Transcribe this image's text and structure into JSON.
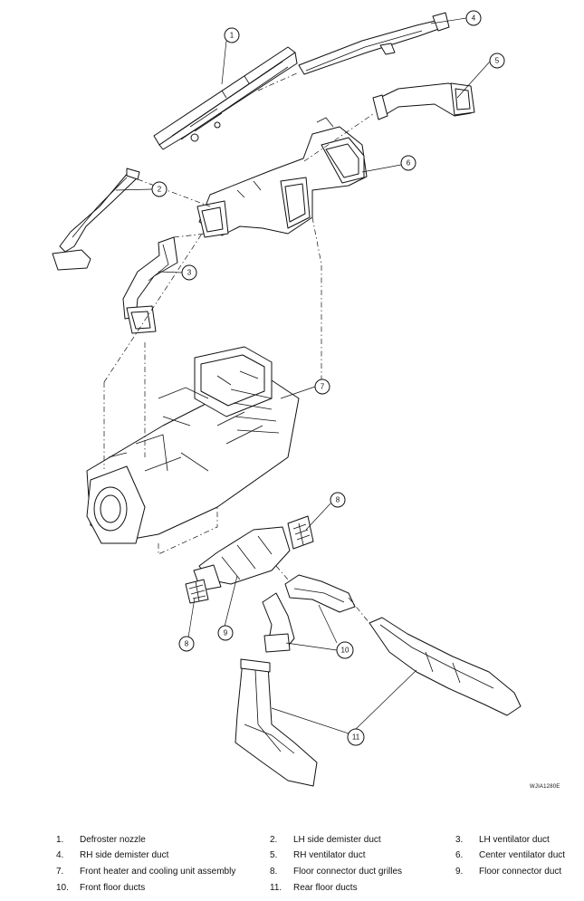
{
  "figure_id": "WJIA1280E",
  "callouts": [
    "1",
    "2",
    "3",
    "4",
    "5",
    "6",
    "7",
    "8",
    "9",
    "10",
    "11"
  ],
  "legend": [
    {
      "num": "1.",
      "text": "Defroster nozzle"
    },
    {
      "num": "2.",
      "text": "LH side demister duct"
    },
    {
      "num": "3.",
      "text": "LH ventilator duct"
    },
    {
      "num": "4.",
      "text": "RH side demister duct"
    },
    {
      "num": "5.",
      "text": "RH ventilator duct"
    },
    {
      "num": "6.",
      "text": "Center ventilator duct"
    },
    {
      "num": "7.",
      "text": "Front heater and cooling unit assembly"
    },
    {
      "num": "8.",
      "text": "Floor connector duct grilles"
    },
    {
      "num": "9.",
      "text": "Floor connector duct"
    },
    {
      "num": "10.",
      "text": "Front floor ducts"
    },
    {
      "num": "11.",
      "text": "Rear floor ducts"
    }
  ]
}
